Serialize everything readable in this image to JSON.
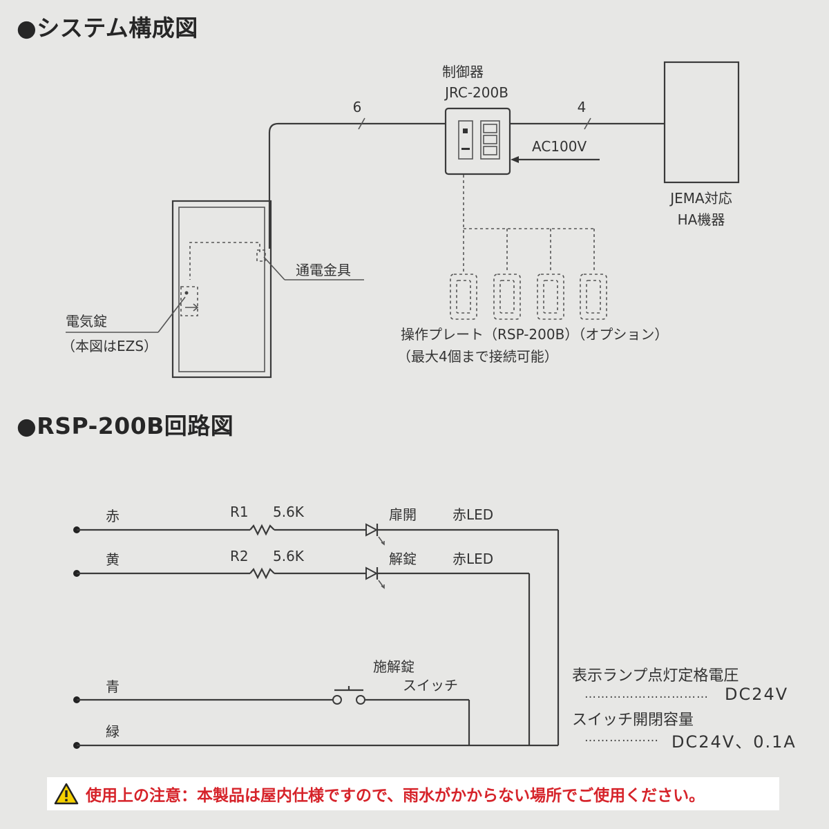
{
  "titles": {
    "system": "●システム構成図",
    "circuit": "●RSP-200B回路図"
  },
  "system_diagram": {
    "controller_name": "制御器",
    "controller_model": "JRC-200B",
    "cable_left": "6",
    "cable_right": "4",
    "power": "AC100V",
    "ha_device_line1": "JEMA対応",
    "ha_device_line2": "HA機器",
    "hinge_fitting": "通電金具",
    "electric_lock": "電気錠",
    "electric_lock_note": "（本図はEZS）",
    "plate_line1": "操作プレート（RSP-200B）（オプション）",
    "plate_line2": "（最大4個まで接続可能）"
  },
  "circuit": {
    "wire_red": "赤",
    "wire_yellow": "黄",
    "wire_blue": "青",
    "wire_green": "緑",
    "r1_name": "R1",
    "r1_value": "5.6K",
    "r2_name": "R2",
    "r2_value": "5.6K",
    "led1_label": "扉開",
    "led1_type": "赤LED",
    "led2_label": "解錠",
    "led2_type": "赤LED",
    "switch_line1": "施解錠",
    "switch_line2": "スイッチ",
    "spec1_label": "表示ランプ点灯定格電圧",
    "spec1_dots": "…………………………",
    "spec1_value": "DC24V",
    "spec2_label": "スイッチ開閉容量",
    "spec2_dots": "………………",
    "spec2_value": "DC24V、0.1A"
  },
  "caution": {
    "text": "使用上の注意：本製品は屋内仕様ですので、雨水がかからない場所でご使用ください。",
    "icon": "warning-icon",
    "color": "#d6232a"
  }
}
